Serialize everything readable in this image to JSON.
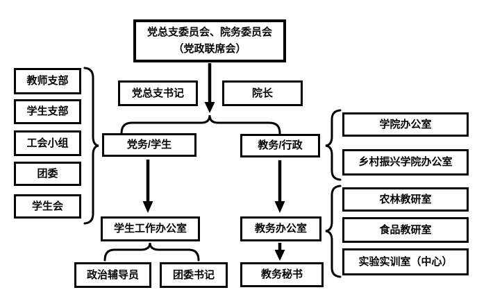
{
  "diagram": {
    "title_box": {
      "line1": "党总支委员会、院务委员会",
      "line2": "（党政联席会）"
    },
    "secretary": "党总支书记",
    "dean": "院长",
    "branch_party": "党务/学生",
    "branch_academic": "教务/行政",
    "left_group": [
      "教师支部",
      "学生支部",
      "工会小组",
      "团委",
      "学生会"
    ],
    "admin_group": [
      "学院办公室",
      "乡村振兴学院办公室"
    ],
    "teaching_group": [
      "农林教研室",
      "食品教研室",
      "实验实训室（中心）"
    ],
    "student_affairs_office": "学生工作办公室",
    "academic_affairs_office": "教务办公室",
    "political_counselor": "政治辅导员",
    "league_secretary": "团委书记",
    "academic_secretary": "教务秘书",
    "colors": {
      "line": "#000000",
      "background": "#ffffff"
    }
  }
}
